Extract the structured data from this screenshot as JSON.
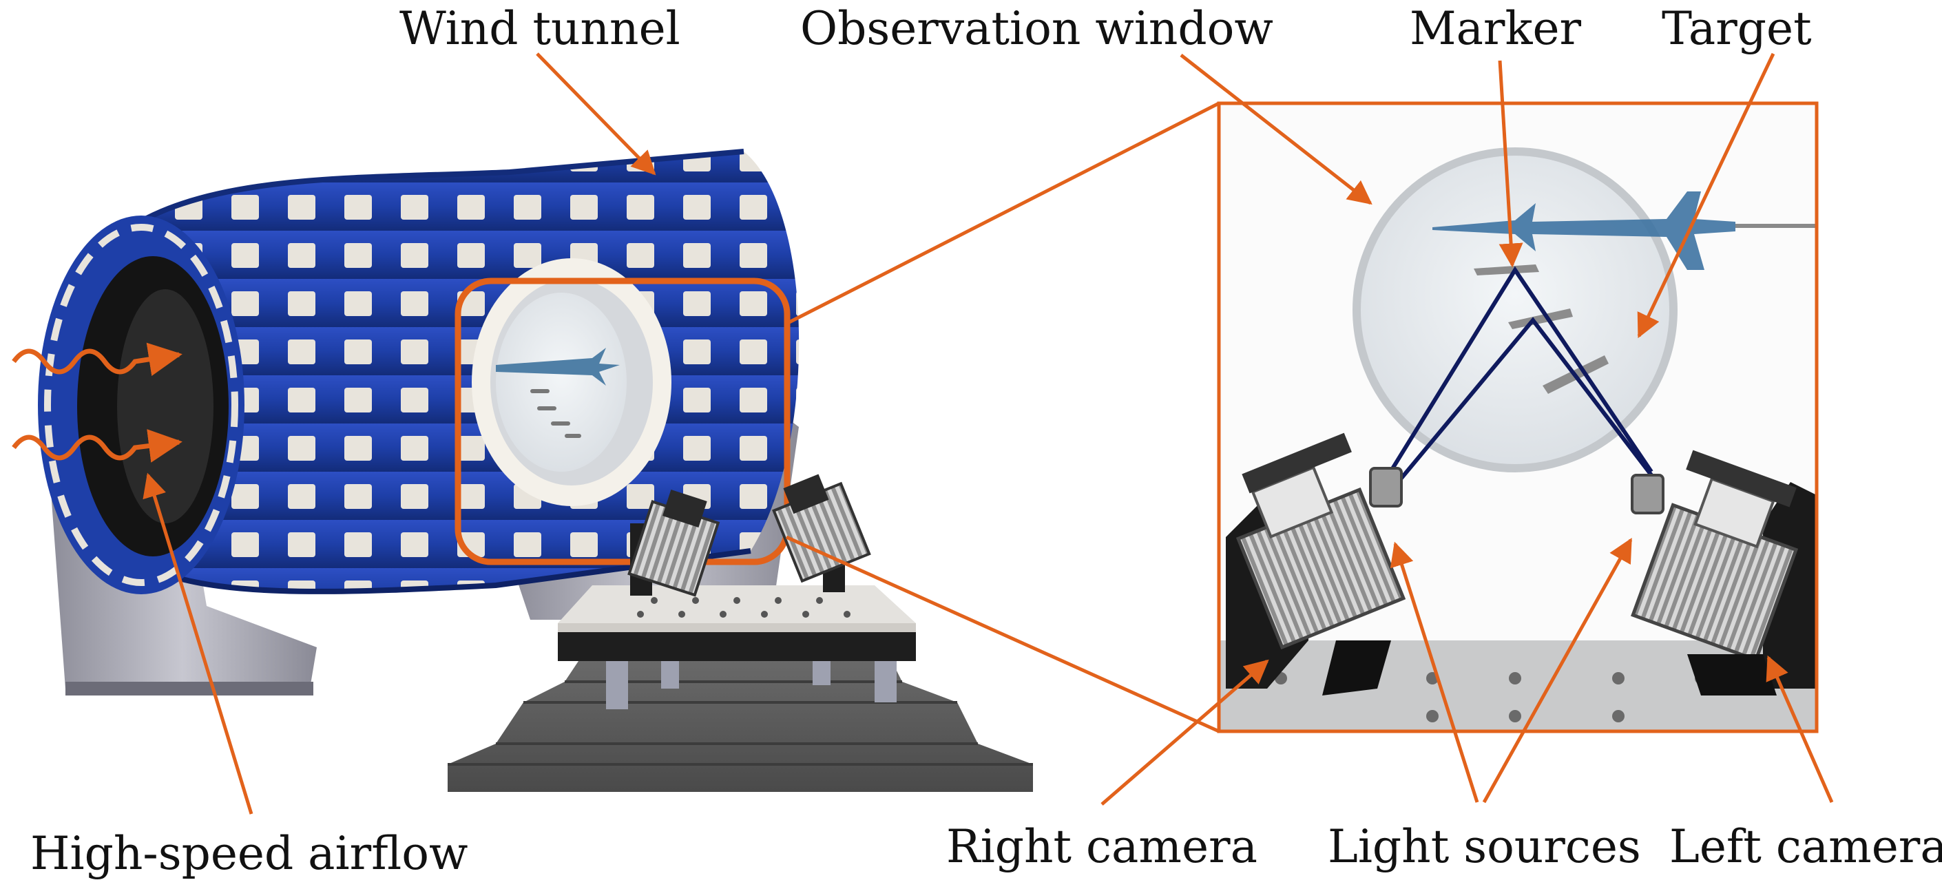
{
  "labels": {
    "wind_tunnel": "Wind tunnel",
    "observation_window": "Observation window",
    "marker": "Marker",
    "target": "Target",
    "high_speed_airflow": "High-speed airflow",
    "right_camera": "Right camera",
    "light_sources": "Light sources",
    "left_camera": "Left camera"
  },
  "colors": {
    "annotation": "#E2621B",
    "tunnel_blue": "#1E3FA8",
    "tunnel_dark": "#142C7A",
    "ray_navy": "#0F1A5E",
    "base_gray": "#5D5D5D"
  },
  "icons": {
    "camera": "camera-icon",
    "missile": "missile-icon",
    "airflow": "wavy-arrow-icon"
  }
}
